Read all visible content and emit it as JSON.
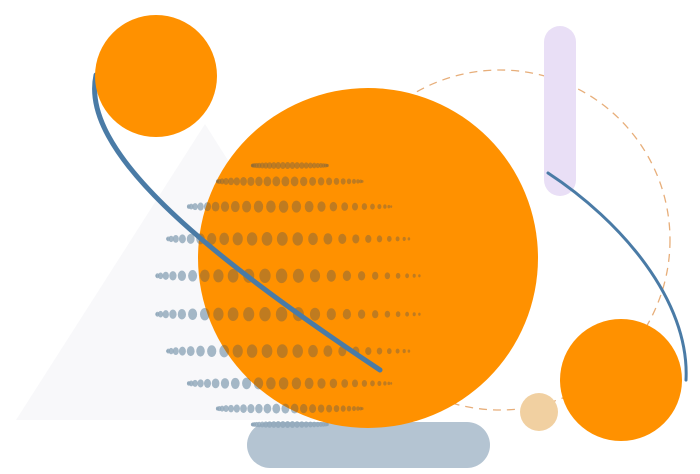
{
  "illustration": {
    "kind": "abstract-geometric-composition",
    "colors": {
      "orange": "#FF9100",
      "blue_orbit": "#4A7BA6",
      "blue_dots": "#8FA6B9",
      "slate_pill": "#B4C4D2",
      "lavender_pill": "#E9DFF6",
      "peach": "#F1D0A1",
      "dashed_ring": "#E7AE7A",
      "triangle": "#F8F8FA"
    },
    "shapes": [
      {
        "name": "background-triangle",
        "type": "triangle"
      },
      {
        "name": "dashed-ring",
        "type": "dashed-circle"
      },
      {
        "name": "lavender-pill",
        "type": "vertical-pill"
      },
      {
        "name": "slate-pill",
        "type": "horizontal-pill"
      },
      {
        "name": "dotted-sphere",
        "type": "halftone-dots"
      },
      {
        "name": "large-orange-circle",
        "type": "circle"
      },
      {
        "name": "small-orange-circle-top-left",
        "type": "circle"
      },
      {
        "name": "small-orange-circle-bottom-right",
        "type": "circle"
      },
      {
        "name": "peach-dot",
        "type": "circle"
      },
      {
        "name": "orbit-arc",
        "type": "ellipse-stroke"
      }
    ]
  }
}
